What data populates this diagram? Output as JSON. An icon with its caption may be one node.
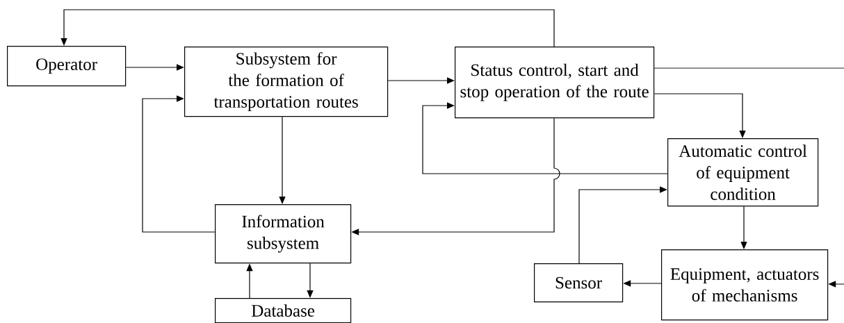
{
  "diagram": {
    "nodes": [
      {
        "text": [
          "Operator"
        ]
      },
      {
        "text": [
          "Subsystem for the formation of transportation routes"
        ]
      },
      {
        "text": [
          "Status control, start and stop operation of the route"
        ]
      },
      {
        "text": [
          "Automatic control of equipment condition"
        ]
      },
      {
        "text": [
          "Information subsystem"
        ]
      },
      {
        "text": [
          "Equipment, actuators of mechanisms"
        ]
      },
      {
        "text": [
          "Sensor"
        ]
      },
      {
        "text": [
          "Database"
        ]
      }
    ],
    "edges": [
      {
        "from": 2,
        "to": 0,
        "arrow": "to"
      },
      {
        "from": 0,
        "to": 1,
        "arrow": "to"
      },
      {
        "from": 1,
        "to": 2,
        "arrow": "to"
      },
      {
        "from": 4,
        "to": 1,
        "arrow": "to"
      },
      {
        "from": 3,
        "to": 2,
        "arrow": "to"
      },
      {
        "from": 2,
        "to": 3,
        "arrow": "to"
      },
      {
        "from": 2,
        "to": null,
        "arrow": "none"
      },
      {
        "from": 1,
        "to": 4,
        "arrow": "to"
      },
      {
        "from": 2,
        "to": 4,
        "arrow": "to"
      },
      {
        "from": 3,
        "to": 5,
        "arrow": "to"
      },
      {
        "from": 6,
        "to": 3,
        "arrow": "to"
      },
      {
        "from": null,
        "to": 5,
        "arrow": "to"
      },
      {
        "from": 5,
        "to": 6,
        "arrow": "to"
      },
      {
        "from": 4,
        "to": 7,
        "arrow": "to"
      },
      {
        "from": 7,
        "to": 4,
        "arrow": "to"
      }
    ]
  }
}
